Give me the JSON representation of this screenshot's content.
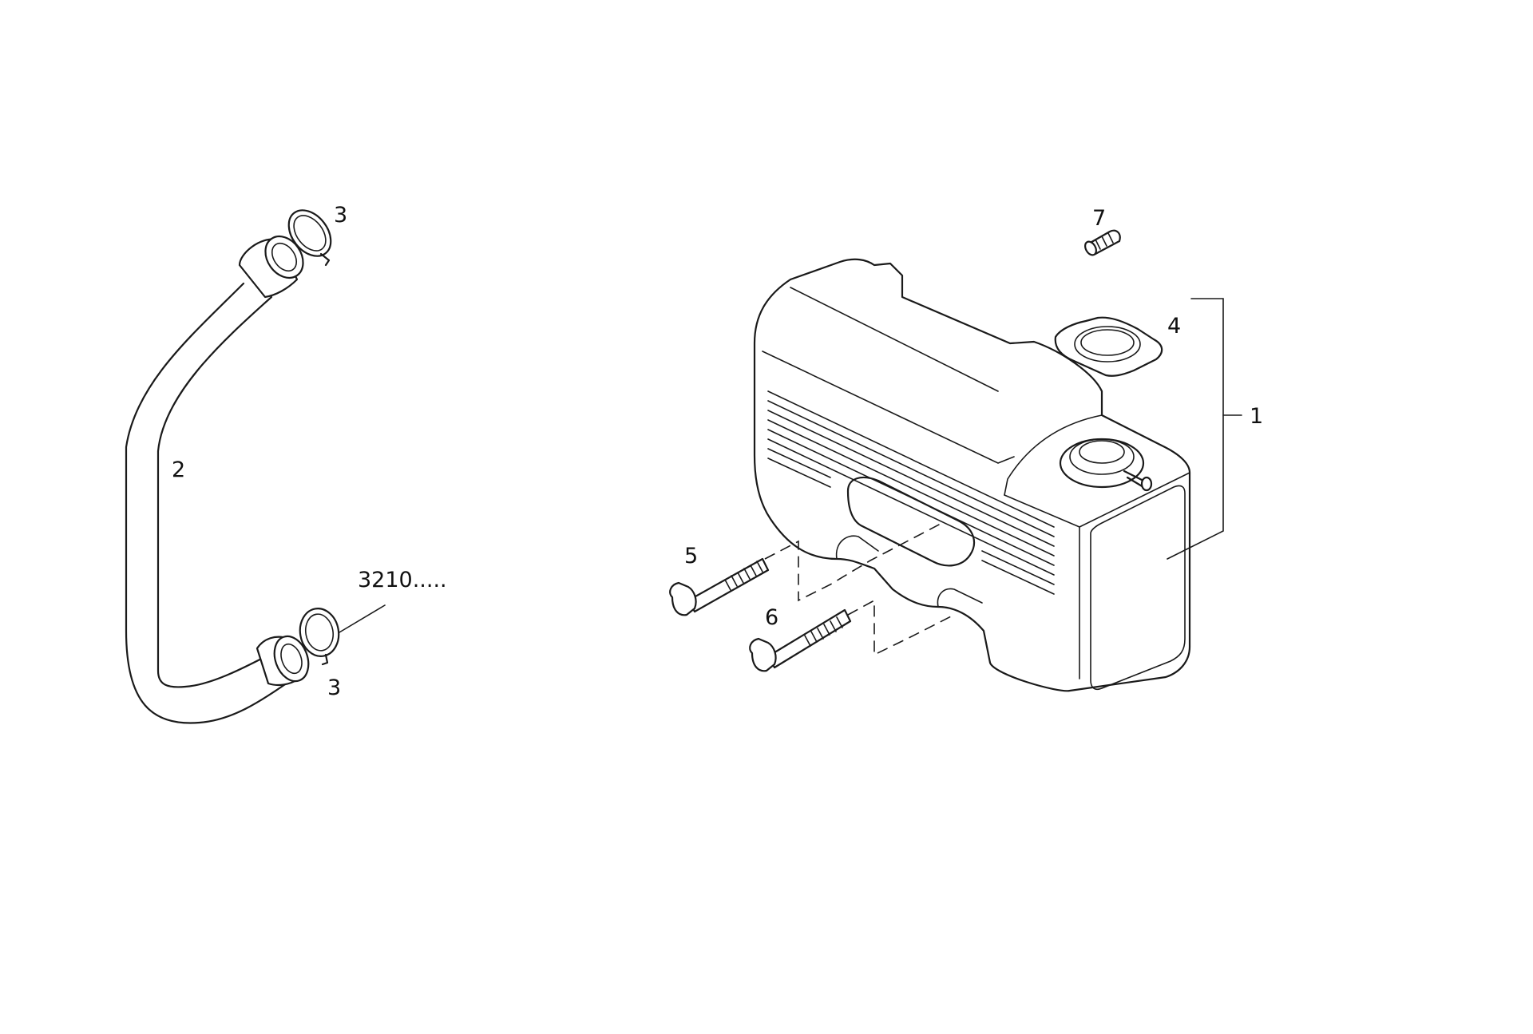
{
  "callouts": {
    "tank": "1",
    "hose": "2",
    "clamp_top": "3",
    "clamp_bottom": "3",
    "clamp_ref": "3210.....",
    "cap_gasket": "4",
    "bolt_long": "5",
    "bolt_short": "6",
    "plug": "7"
  },
  "colors": {
    "line": "#1a1a1a",
    "background": "#ffffff"
  }
}
